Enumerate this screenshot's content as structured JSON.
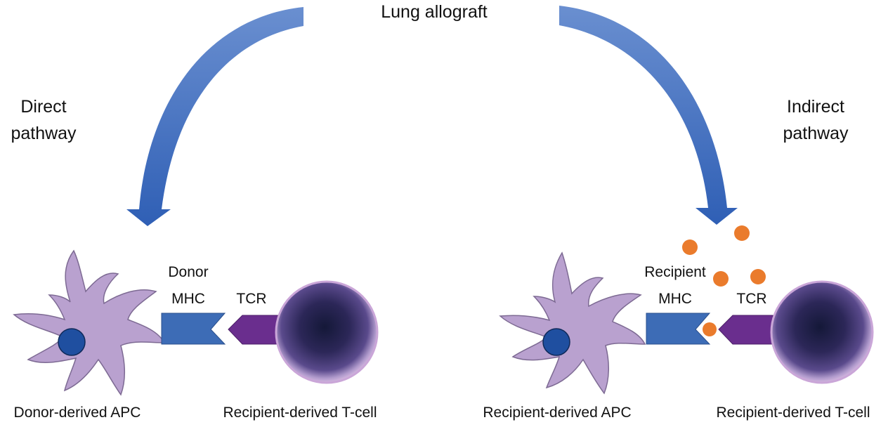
{
  "title": "Lung allograft",
  "left_pathway": {
    "line1": "Direct",
    "line2": "pathway"
  },
  "right_pathway": {
    "line1": "Indirect",
    "line2": "pathway"
  },
  "left_panel": {
    "mhc_line1": "Donor",
    "mhc_line2": "MHC",
    "tcr": "TCR",
    "apc_label": "Donor-derived APC",
    "tcell_label": "Recipient-derived T-cell"
  },
  "right_panel": {
    "mhc_line1": "Recipient",
    "mhc_line2": "MHC",
    "tcr": "TCR",
    "apc_label": "Recipient-derived APC",
    "tcell_label": "Recipient-derived T-cell"
  },
  "colors": {
    "arrow": "#3f6fc2",
    "apc_body": "#b9a1cf",
    "apc_nucleus": "#1f4fa0",
    "mhc": "#3d6cb6",
    "tcr": "#6a2e8e",
    "tcell": "#3a2a6a",
    "peptide": "#ea7b2c"
  }
}
